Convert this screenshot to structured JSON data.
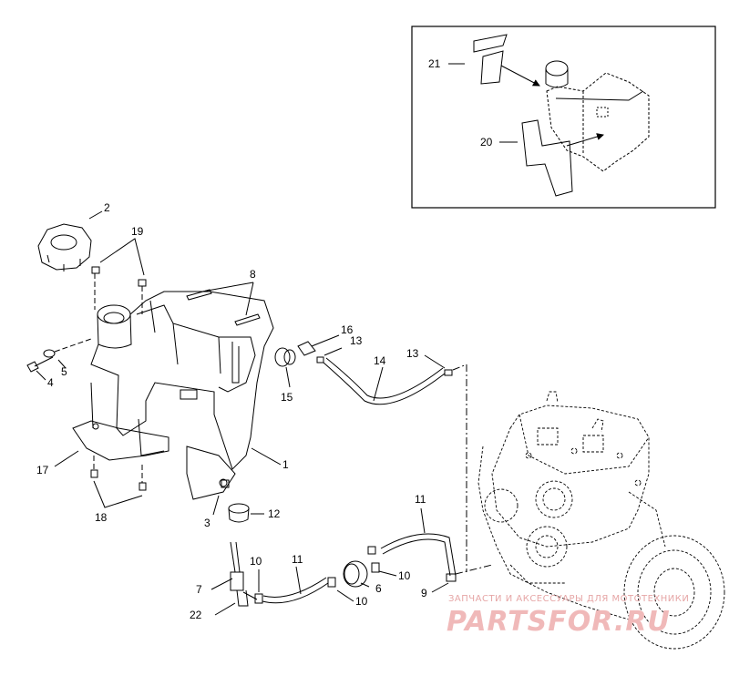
{
  "callouts": {
    "c1": "1",
    "c2": "2",
    "c3": "3",
    "c4": "4",
    "c5": "5",
    "c6": "6",
    "c7": "7",
    "c8": "8",
    "c9": "9",
    "c10a": "10",
    "c10b": "10",
    "c10c": "10",
    "c11a": "11",
    "c11b": "11",
    "c12": "12",
    "c13a": "13",
    "c13b": "13",
    "c14": "14",
    "c15": "15",
    "c16": "16",
    "c17": "17",
    "c18": "18",
    "c19": "19",
    "c20": "20",
    "c21": "21",
    "c22": "22"
  },
  "watermark": {
    "tagline": "ЗАПЧАСТИ И АКСЕССУАРЫ ДЛЯ МОТОТЕХНИКИ",
    "brand": "PARTSFOR.RU"
  },
  "colors": {
    "line": "#000000",
    "watermark": "#e6a6a6"
  }
}
